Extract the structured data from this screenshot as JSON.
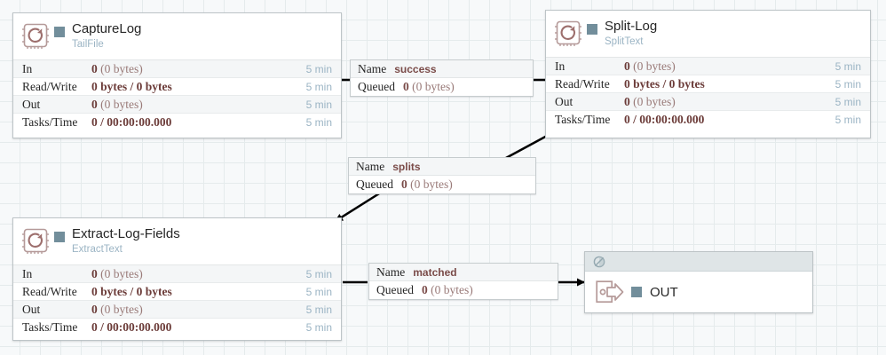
{
  "canvas": {
    "grid_color": "#e5ebec",
    "background_color": "#f7f9fa",
    "accent_color": "#728e9b",
    "stat_value_color": "#7a4b48",
    "type_color": "#9bb4c4"
  },
  "processors": [
    {
      "name": "CaptureLog",
      "type": "TailFile",
      "icon": "processor-icon",
      "run_status_icon": "stopped-square-icon",
      "stats": [
        {
          "label": "In",
          "value": "0",
          "detail": "(0 bytes)",
          "time": "5 min"
        },
        {
          "label": "Read/Write",
          "value": "0 bytes / 0 bytes",
          "detail": "",
          "time": "5 min"
        },
        {
          "label": "Out",
          "value": "0",
          "detail": "(0 bytes)",
          "time": "5 min"
        },
        {
          "label": "Tasks/Time",
          "value": "0 / 00:00:00.000",
          "detail": "",
          "time": "5 min"
        }
      ]
    },
    {
      "name": "Split-Log",
      "type": "SplitText",
      "icon": "processor-icon",
      "run_status_icon": "stopped-square-icon",
      "stats": [
        {
          "label": "In",
          "value": "0",
          "detail": "(0 bytes)",
          "time": "5 min"
        },
        {
          "label": "Read/Write",
          "value": "0 bytes / 0 bytes",
          "detail": "",
          "time": "5 min"
        },
        {
          "label": "Out",
          "value": "0",
          "detail": "(0 bytes)",
          "time": "5 min"
        },
        {
          "label": "Tasks/Time",
          "value": "0 / 00:00:00.000",
          "detail": "",
          "time": "5 min"
        }
      ]
    },
    {
      "name": "Extract-Log-Fields",
      "type": "ExtractText",
      "icon": "processor-icon",
      "run_status_icon": "stopped-square-icon",
      "stats": [
        {
          "label": "In",
          "value": "0",
          "detail": "(0 bytes)",
          "time": "5 min"
        },
        {
          "label": "Read/Write",
          "value": "0 bytes / 0 bytes",
          "detail": "",
          "time": "5 min"
        },
        {
          "label": "Out",
          "value": "0",
          "detail": "(0 bytes)",
          "time": "5 min"
        },
        {
          "label": "Tasks/Time",
          "value": "0 / 00:00:00.000",
          "detail": "",
          "time": "5 min"
        }
      ]
    }
  ],
  "connections": [
    {
      "name_key": "Name",
      "name_value": "success",
      "queued_key": "Queued",
      "queued_value": "0",
      "queued_detail": "(0 bytes)"
    },
    {
      "name_key": "Name",
      "name_value": "splits",
      "queued_key": "Queued",
      "queued_value": "0",
      "queued_detail": "(0 bytes)"
    },
    {
      "name_key": "Name",
      "name_value": "matched",
      "queued_key": "Queued",
      "queued_value": "0",
      "queued_detail": "(0 bytes)"
    }
  ],
  "output_port": {
    "name": "OUT",
    "icon": "output-port-icon",
    "header_icon": "transmission-disabled-icon",
    "run_status_icon": "stopped-square-icon"
  }
}
